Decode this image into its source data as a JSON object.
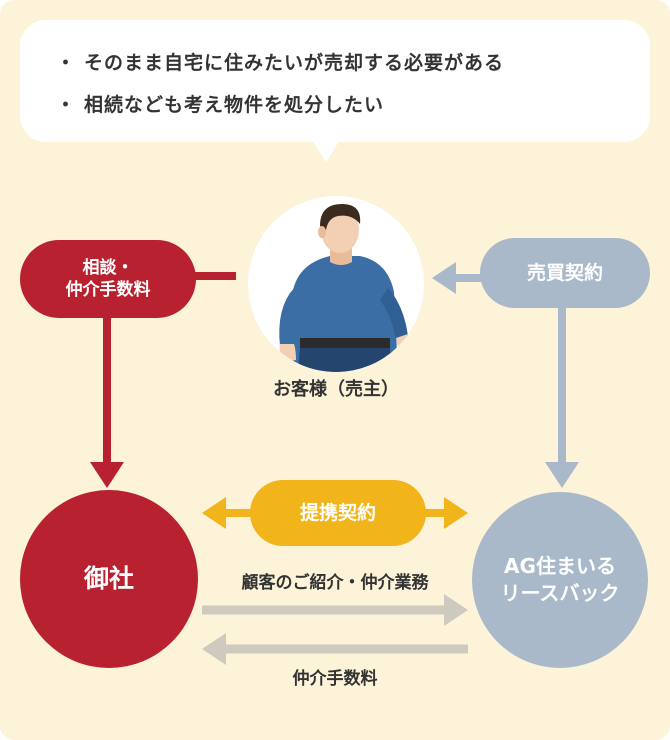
{
  "speech_bubble": {
    "bullet": "・",
    "lines": [
      "そのまま自宅に住みたいが売却する必要がある",
      "相続なども考え物件を処分したい"
    ]
  },
  "customer": {
    "label": "お客様（売主）",
    "icon": "man-upper-body-icon"
  },
  "consult_pill": {
    "line1": "相談・",
    "line2": "仲介手数料"
  },
  "sale_pill": {
    "label": "売買契約"
  },
  "partner_pill": {
    "label": "提携契約"
  },
  "company_node": {
    "label": "御社"
  },
  "ag_node": {
    "line1": "AG住まいる",
    "line2": "リースバック"
  },
  "flows": {
    "referral_label": "顧客のご紹介・仲介業務",
    "fee_label": "仲介手数料"
  },
  "colors": {
    "background": "#fdf3d9",
    "red": "#b82130",
    "blue_gray": "#a9b9c9",
    "gold": "#f1b51b",
    "flow_gray": "#cfcac0",
    "text": "#333333"
  }
}
